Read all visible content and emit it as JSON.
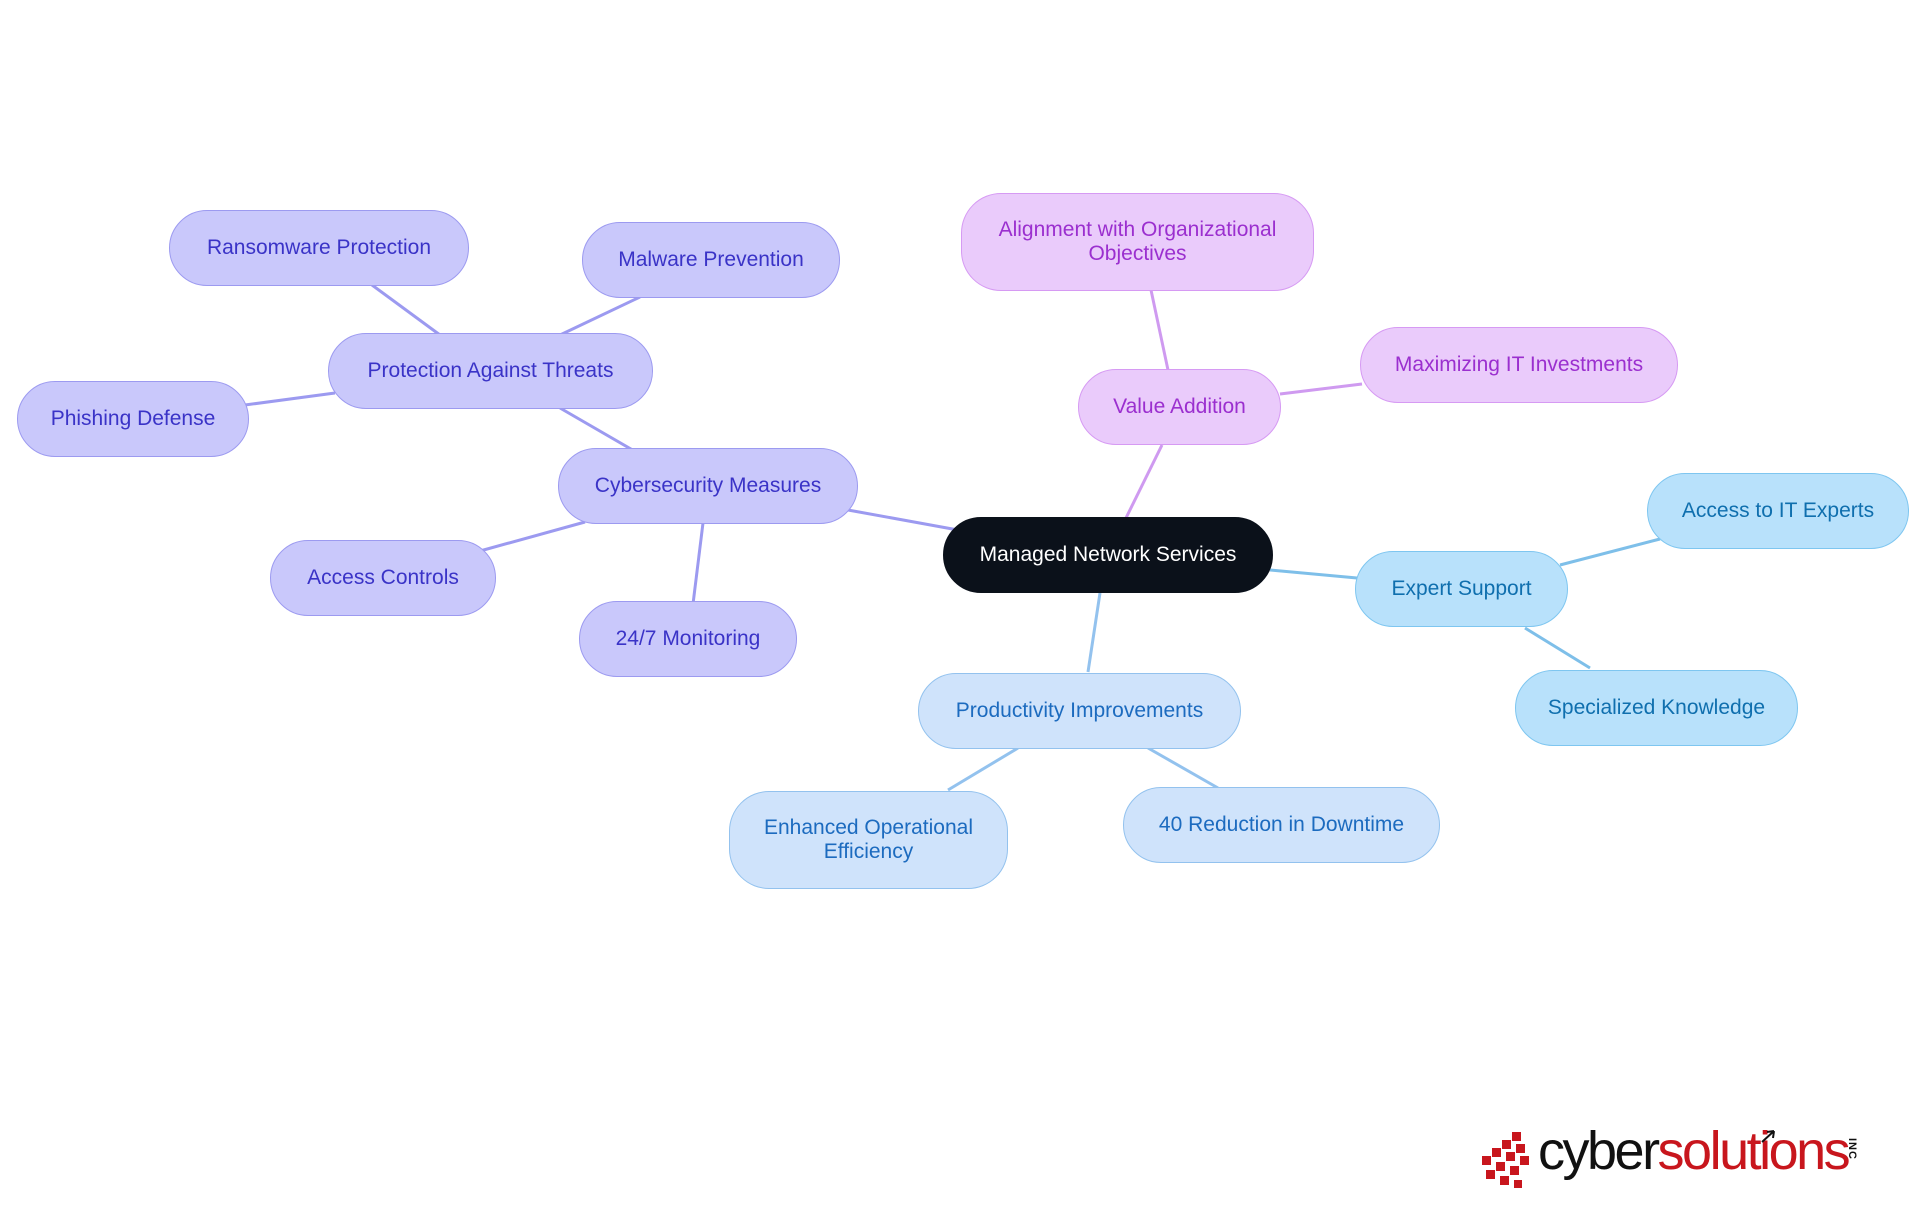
{
  "mindmap": {
    "root": {
      "label": "Managed Network Services"
    },
    "branches": [
      {
        "label": "Cybersecurity Measures",
        "children": [
          {
            "label": "Protection Against Threats",
            "children": [
              {
                "label": "Ransomware Protection"
              },
              {
                "label": "Malware Prevention"
              },
              {
                "label": "Phishing Defense"
              }
            ]
          },
          {
            "label": "Access Controls"
          },
          {
            "label": "24/7 Monitoring"
          }
        ]
      },
      {
        "label": "Value Addition",
        "children": [
          {
            "label": "Alignment with Organizational Objectives"
          },
          {
            "label": "Maximizing IT Investments"
          }
        ]
      },
      {
        "label": "Expert Support",
        "children": [
          {
            "label": "Access to IT Experts"
          },
          {
            "label": "Specialized Knowledge"
          }
        ]
      },
      {
        "label": "Productivity Improvements",
        "children": [
          {
            "label": "Enhanced Operational Efficiency"
          },
          {
            "label": "40 Reduction in Downtime"
          }
        ]
      }
    ]
  },
  "colors": {
    "center": "#0b111a",
    "cybersecurity": "#c9c8fb",
    "value_addition": "#eacbfb",
    "expert_support": "#b8e1fb",
    "productivity": "#cfe3fb",
    "edge_cybersecurity": "#9c9af0",
    "edge_value_addition": "#cf9af0",
    "edge_expert_support": "#7ebfe9",
    "edge_productivity": "#93c2ee"
  },
  "logo": {
    "word_part1": "cyber",
    "word_part2": "solutions",
    "suffix": "INC"
  }
}
